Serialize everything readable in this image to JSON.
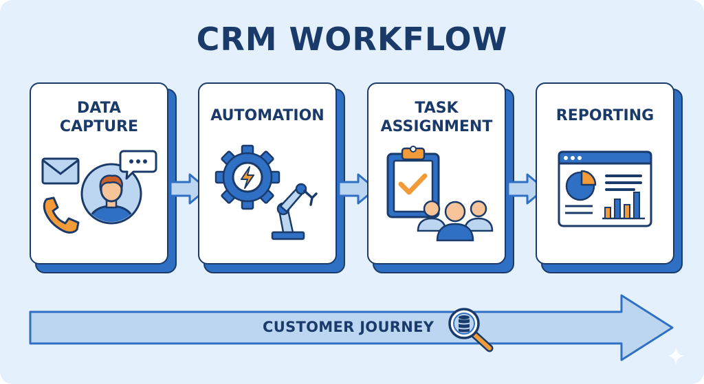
{
  "title": "CRM WORKFLOW",
  "steps": [
    {
      "label": "DATA\nCAPTURE"
    },
    {
      "label": "AUTOMATION"
    },
    {
      "label": "TASK\nASSIGNMENT"
    },
    {
      "label": "REPORTING"
    }
  ],
  "journey": {
    "label": "CUSTOMER JOURNEY"
  },
  "colors": {
    "navy": "#1a3a6a",
    "blue": "#2f6fc4",
    "light_blue": "#bcd6f2",
    "orange": "#f29b38",
    "background": "#e4f0fb"
  },
  "icons": [
    "envelope-icon",
    "phone-icon",
    "person-avatar-icon",
    "chat-bubble-icon",
    "gear-lightning-icon",
    "robot-arm-icon",
    "clipboard-check-icon",
    "team-icon",
    "dashboard-chart-icon",
    "database-magnifier-icon"
  ]
}
